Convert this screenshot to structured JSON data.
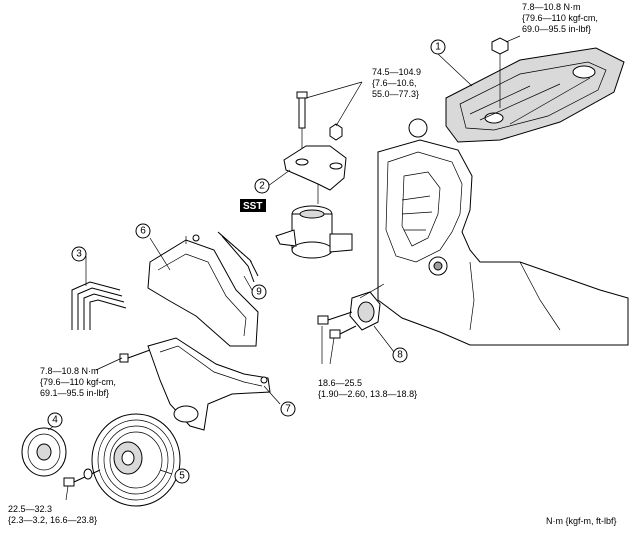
{
  "callouts": [
    {
      "id": 1,
      "label": "1"
    },
    {
      "id": 2,
      "label": "2"
    },
    {
      "id": 3,
      "label": "3"
    },
    {
      "id": 4,
      "label": "4"
    },
    {
      "id": 5,
      "label": "5"
    },
    {
      "id": 6,
      "label": "6"
    },
    {
      "id": 7,
      "label": "7"
    },
    {
      "id": 8,
      "label": "8"
    },
    {
      "id": 9,
      "label": "9"
    }
  ],
  "torque_specs": {
    "cover_nut": [
      "7.8—10.8 N·m",
      "{79.6—110 kgf-cm,",
      "69.0—95.5 in-lbf}"
    ],
    "mount_bolt": [
      "74.5—104.9",
      "{7.6—10.6,",
      "55.0—77.3}"
    ],
    "timing_cover_bolt": [
      "7.8—10.8 N·m",
      "{79.6—110 kgf-cm,",
      "69.1—95.5 in-lbf}"
    ],
    "tensioner_bolt": [
      "18.6—25.5",
      "{1.90—2.60, 13.8—18.8}"
    ],
    "pulley_bolt": [
      "22.5—32.3",
      "{2.3—3.2, 16.6—23.8}"
    ]
  },
  "sst_label": "SST",
  "units_note": "N·m {kgf-m, ft-lbf}"
}
